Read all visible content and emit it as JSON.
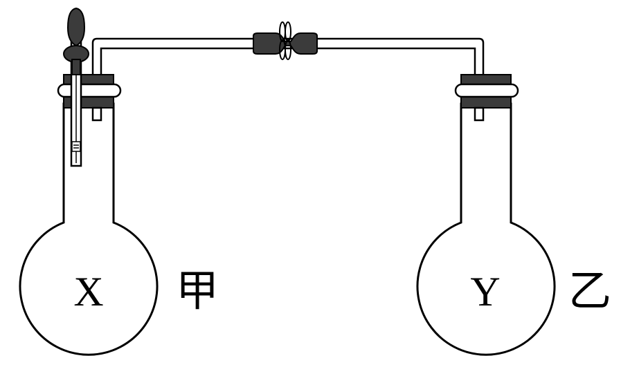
{
  "flask_a": {
    "content_label": "X",
    "vessel_label": "甲"
  },
  "flask_b": {
    "content_label": "Y",
    "vessel_label": "乙"
  },
  "colors": {
    "line": "#000000",
    "rubber": "#3b3b3b",
    "background": "#ffffff"
  },
  "icons": {
    "funnel": "separatory-funnel-icon",
    "clamp": "spring-clamp-icon"
  }
}
